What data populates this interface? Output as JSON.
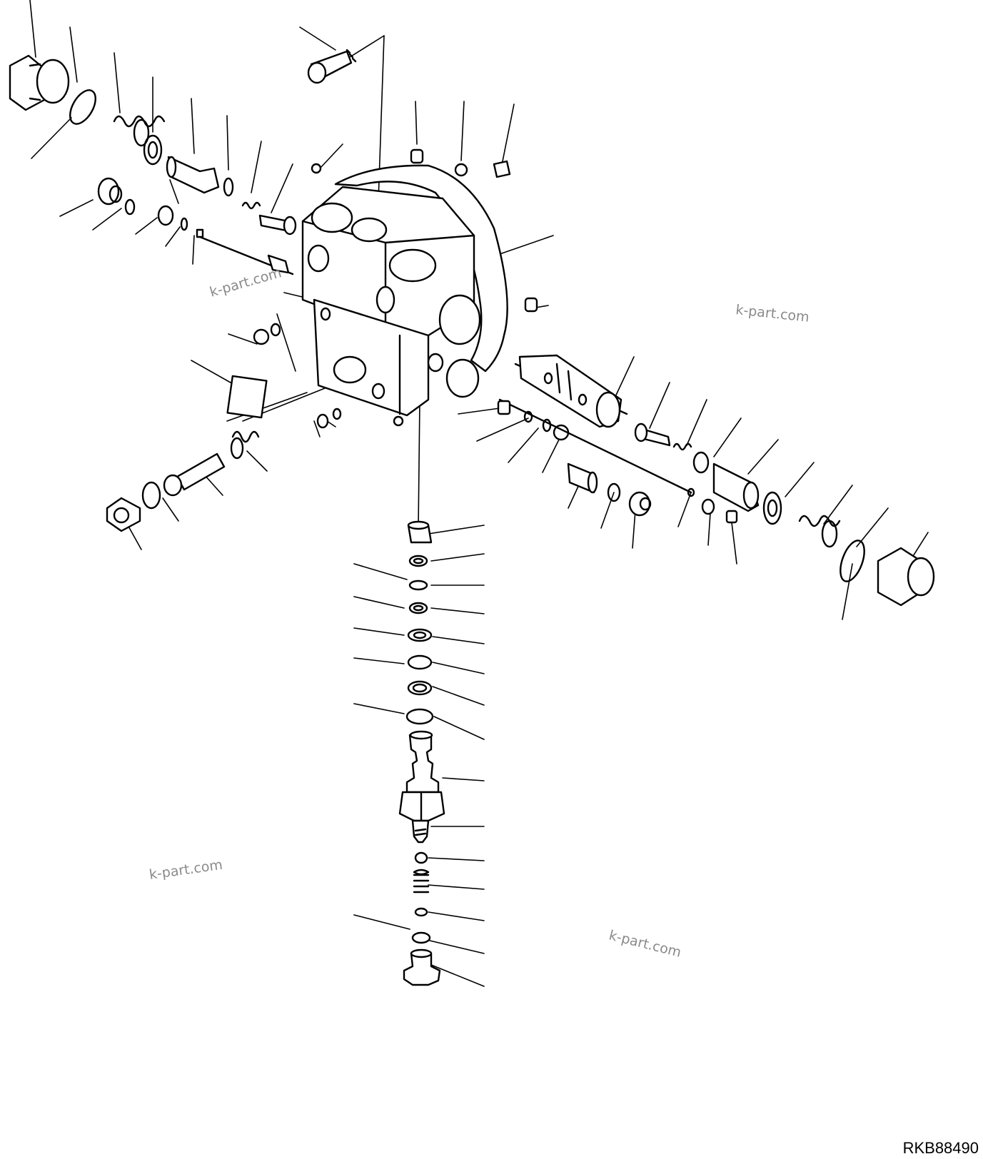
{
  "figure_code": "RKB88490",
  "watermarks": [
    "k-part.com",
    "k-part.com",
    "k-part.com",
    "k-part.com"
  ]
}
